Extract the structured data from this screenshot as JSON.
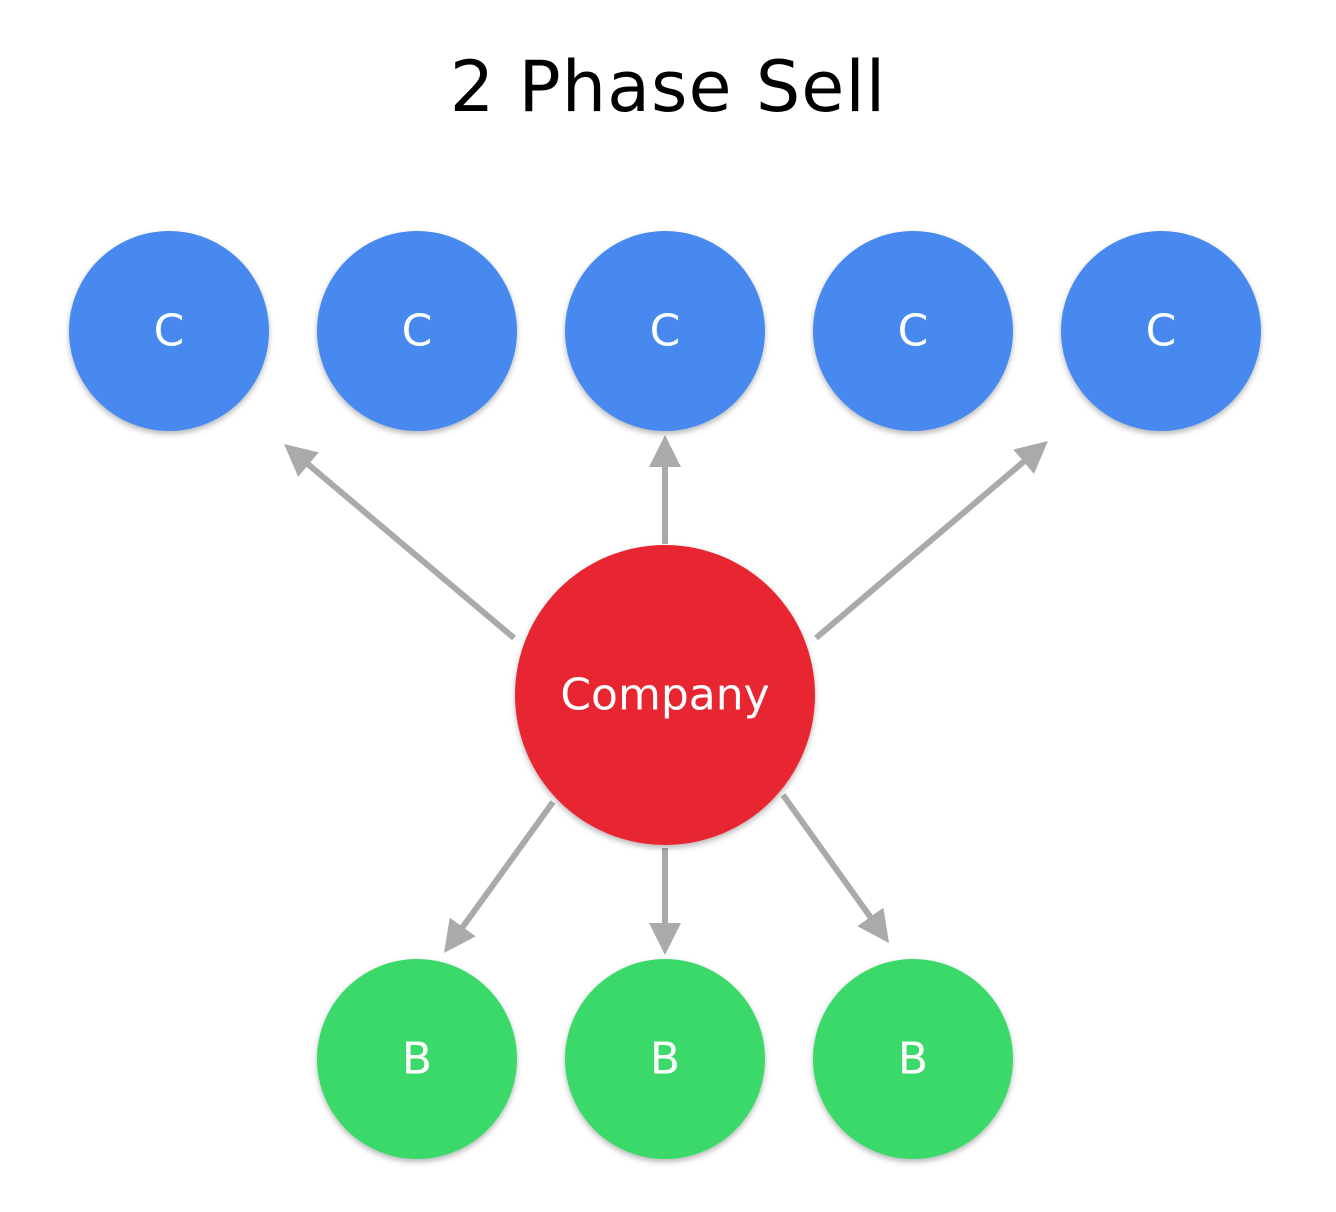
{
  "title": "2 Phase Sell",
  "colors": {
    "customer": "#4789ef",
    "company": "#e82633",
    "b_node": "#3bd96a",
    "arrow": "#aaaaaa",
    "label": "#ffffff"
  },
  "nodes": {
    "customers": [
      {
        "label": "C"
      },
      {
        "label": "C"
      },
      {
        "label": "C"
      },
      {
        "label": "C"
      },
      {
        "label": "C"
      }
    ],
    "company": {
      "label": "Company"
    },
    "b_nodes": [
      {
        "label": "B"
      },
      {
        "label": "B"
      },
      {
        "label": "B"
      }
    ]
  },
  "edges": [
    {
      "from": "company",
      "to": "customer-1"
    },
    {
      "from": "company",
      "to": "customer-3"
    },
    {
      "from": "company",
      "to": "customer-5"
    },
    {
      "from": "company",
      "to": "b-node-1"
    },
    {
      "from": "company",
      "to": "b-node-2"
    },
    {
      "from": "company",
      "to": "b-node-3"
    }
  ]
}
